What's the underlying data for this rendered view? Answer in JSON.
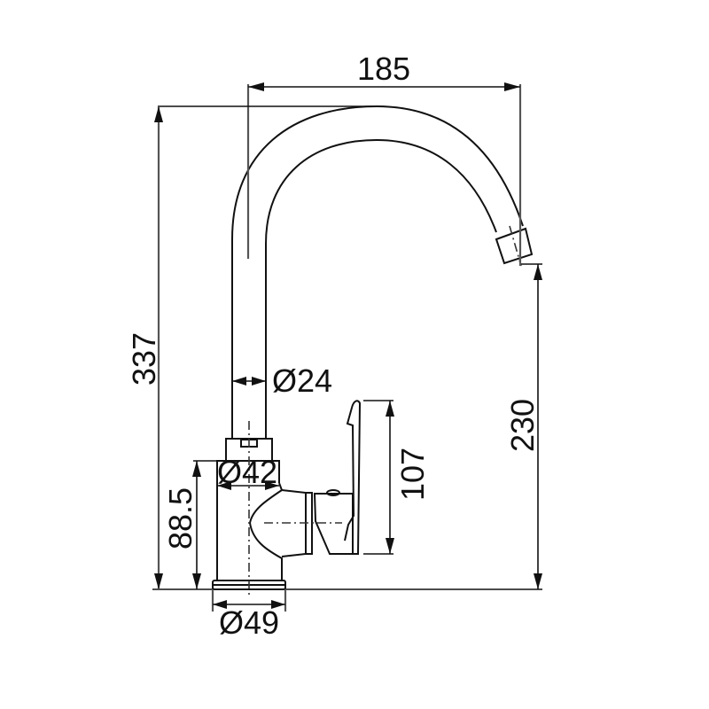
{
  "drawing": {
    "subject": "Kitchen faucet side-view dimension drawing",
    "units": "mm",
    "dimensions": {
      "spout_reach": "185",
      "total_height": "337",
      "spout_height": "230",
      "handle_height": "107",
      "body_height": "88.5",
      "pipe_diameter": "Ø24",
      "collar_diameter": "Ø42",
      "base_diameter": "Ø49"
    },
    "colors": {
      "line": "#111111",
      "background": "#ffffff"
    }
  }
}
